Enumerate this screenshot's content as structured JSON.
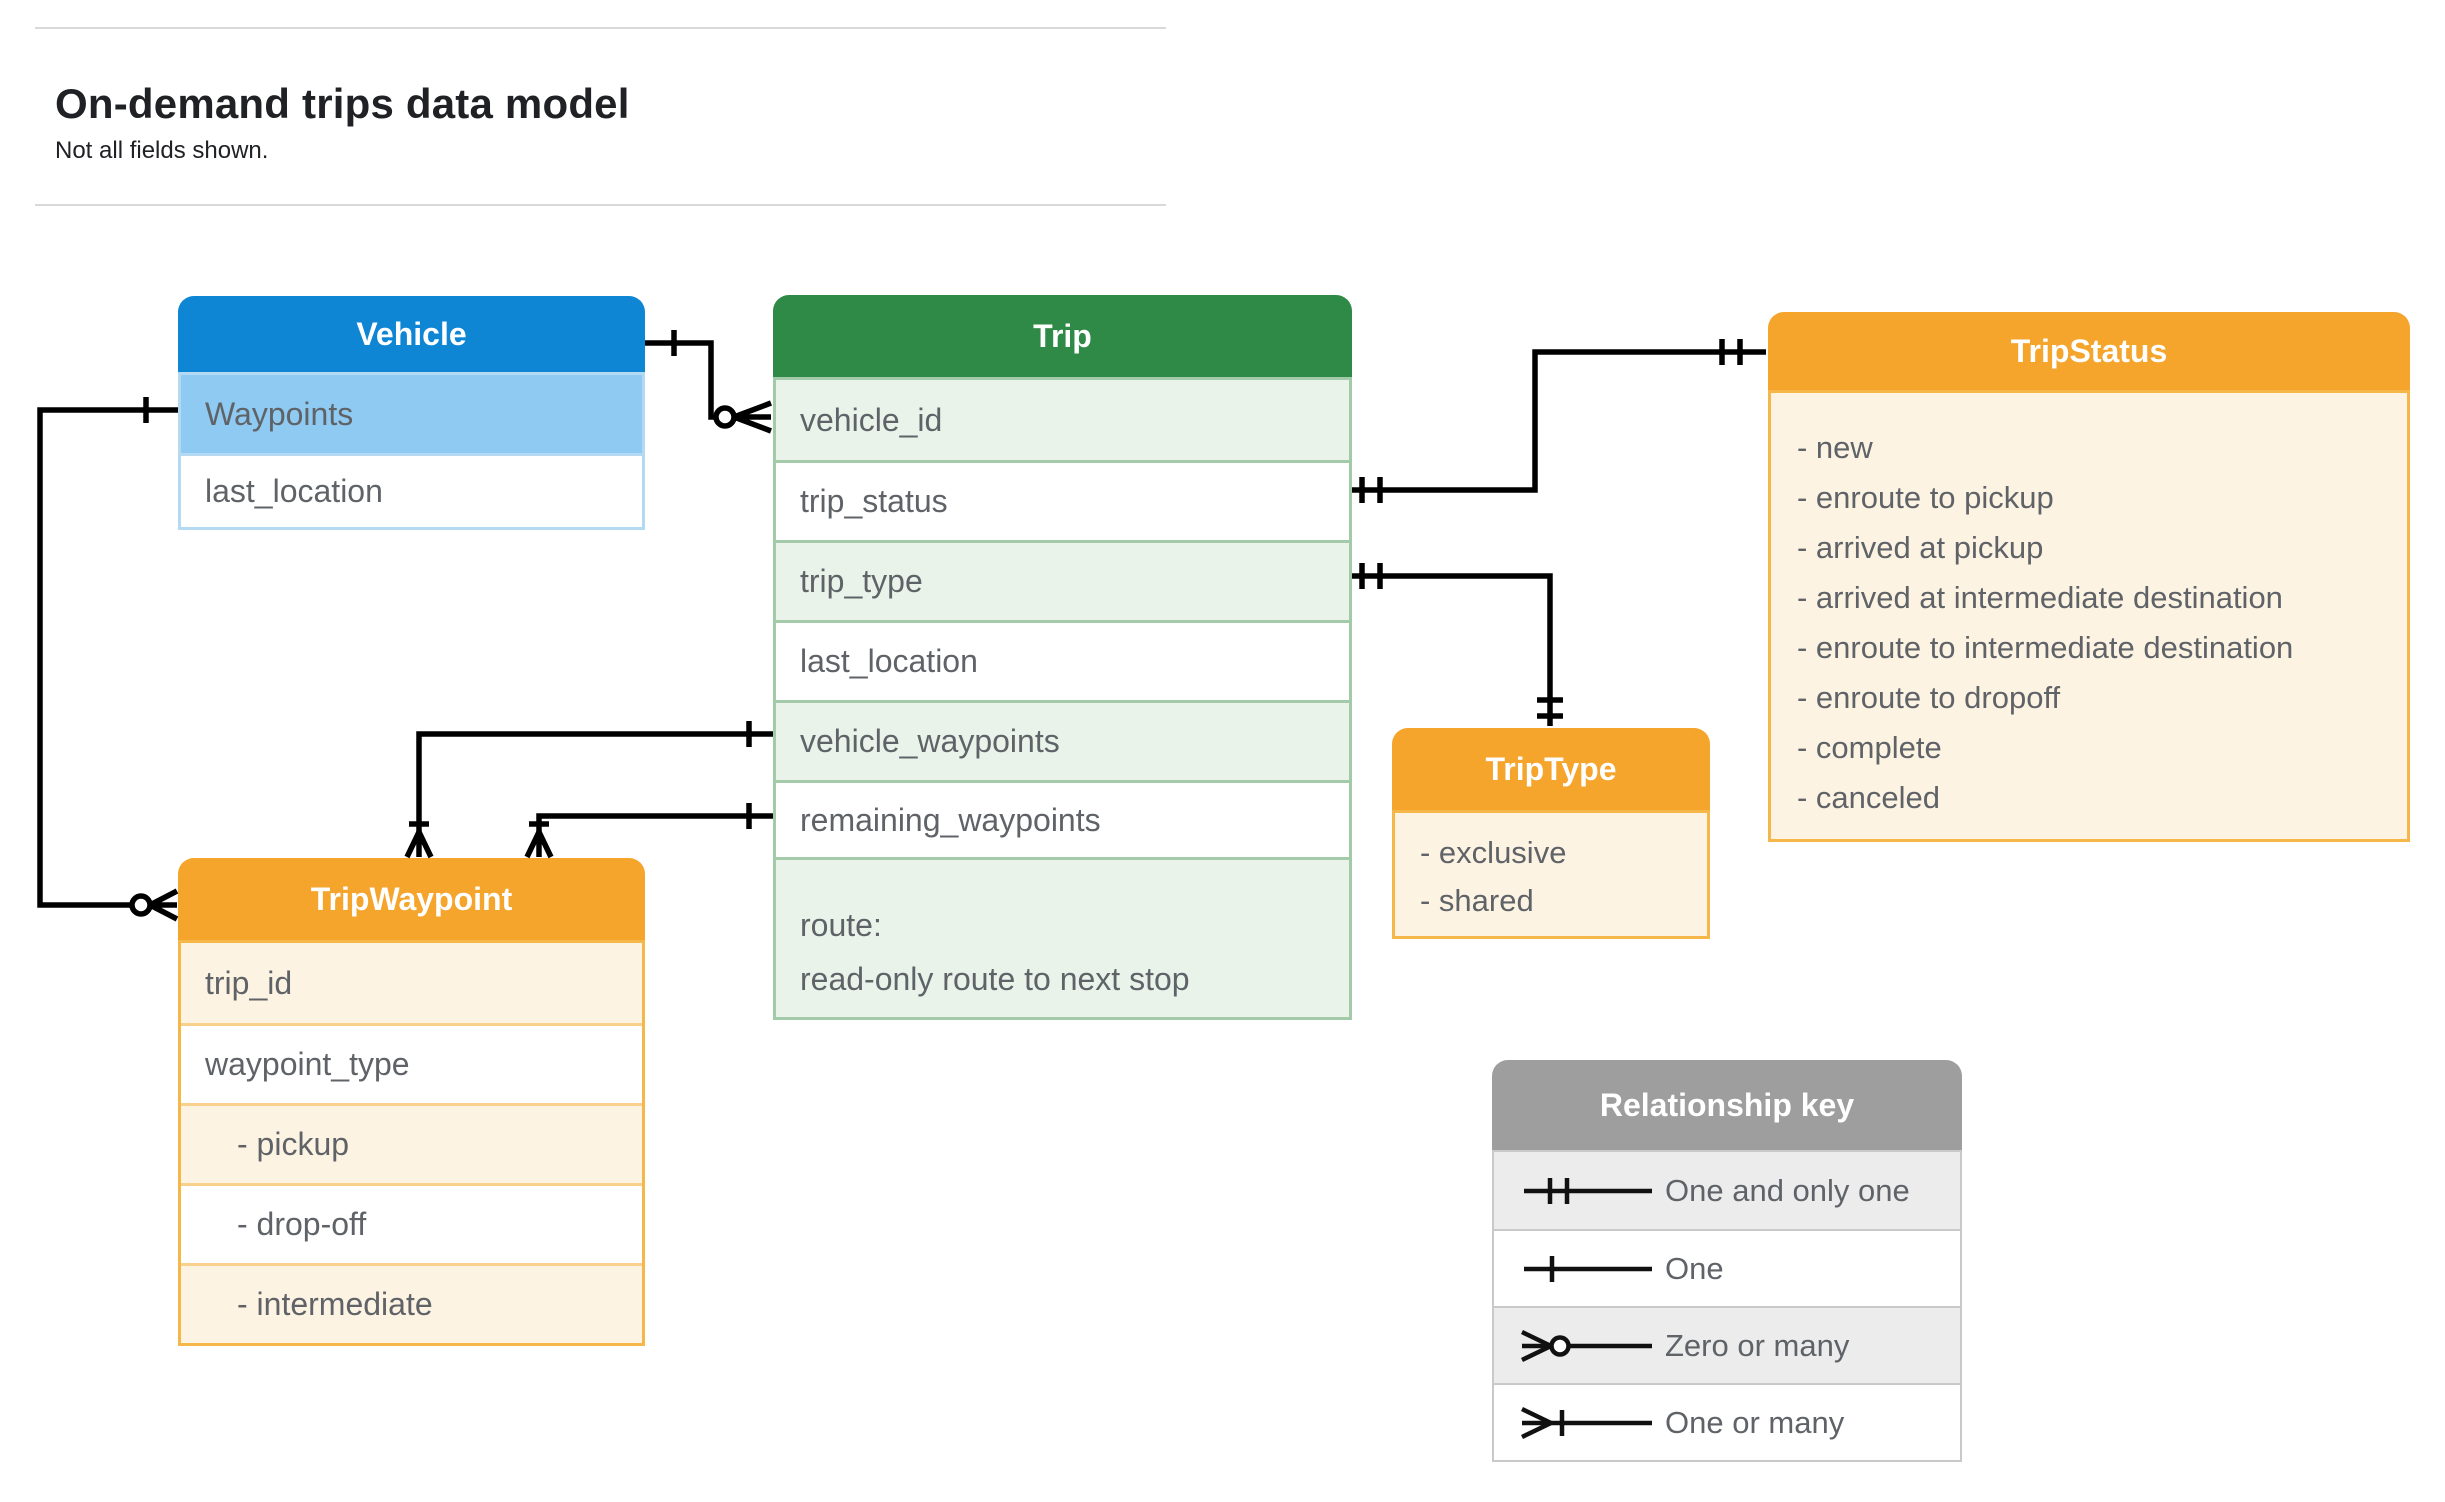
{
  "page": {
    "title": "On-demand trips data model",
    "subtitle": "Not all fields shown."
  },
  "entities": {
    "vehicle": {
      "title": "Vehicle",
      "fields": [
        "Waypoints",
        "last_location"
      ]
    },
    "trip": {
      "title": "Trip",
      "fields": [
        "vehicle_id",
        "trip_status",
        "trip_type",
        "last_location",
        "vehicle_waypoints",
        "remaining_waypoints"
      ],
      "route_line1": "route:",
      "route_line2": "read-only route to next stop"
    },
    "trip_status": {
      "title": "TripStatus",
      "values": [
        "- new",
        "- enroute to pickup",
        "- arrived at pickup",
        "- arrived at intermediate destination",
        "- enroute to intermediate destination",
        "- enroute to dropoff",
        "- complete",
        "- canceled"
      ]
    },
    "trip_type": {
      "title": "TripType",
      "values": [
        "- exclusive",
        "- shared"
      ]
    },
    "trip_waypoint": {
      "title": "TripWaypoint",
      "fields": [
        "trip_id",
        "waypoint_type",
        "- pickup",
        "- drop-off",
        "- intermediate"
      ]
    }
  },
  "legend": {
    "title": "Relationship key",
    "rows": [
      {
        "symbol": "one-and-only-one",
        "label": "One and only one"
      },
      {
        "symbol": "one",
        "label": "One"
      },
      {
        "symbol": "zero-or-many",
        "label": "Zero or many"
      },
      {
        "symbol": "one-or-many",
        "label": "One or many"
      }
    ]
  },
  "colors": {
    "vehicle_header": "#0e86d4",
    "vehicle_row": "#8ecaf1",
    "vehicle_border": "#b3d9f3",
    "trip_header": "#2f8a47",
    "trip_tint": "#e9f3ea",
    "trip_border": "#a3cbaa",
    "enum_header": "#f5a42c",
    "enum_tint": "#fdf3e2",
    "enum_border": "#f5b74a",
    "enum_separator": "#f9d08c",
    "key_header": "#9e9e9e",
    "key_tint": "#ececec",
    "key_border": "#c9c9c9",
    "text": "#5f6368",
    "heading_text": "#202124",
    "line": "#000000",
    "rule": "#d9d9d9"
  }
}
